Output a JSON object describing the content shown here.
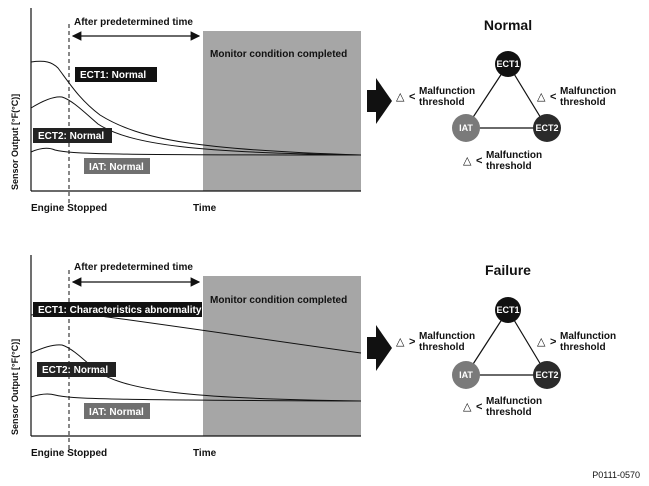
{
  "panels": [
    {
      "id": "normal",
      "time_label": "After predetermined time",
      "monitor_label": "Monitor condition completed",
      "ylabel": "Sensor Output [°F(°C)]",
      "x_start_label": "Engine Stopped",
      "x_end_label": "Time",
      "tags": {
        "ect1": "ECT1: Normal",
        "ect2": "ECT2: Normal",
        "iat": "IAT: Normal"
      },
      "diagram": {
        "title": "Normal",
        "nodes": {
          "ect1": "ECT1",
          "ect2": "ECT2",
          "iat": "IAT"
        },
        "thresholds": {
          "left": {
            "line1": "Malfunction",
            "line2": "threshold"
          },
          "right": {
            "line1": "Malfunction",
            "line2": "threshold"
          },
          "bottom": {
            "line1": "Malfunction",
            "line2": "threshold"
          }
        }
      }
    },
    {
      "id": "failure",
      "time_label": "After predetermined time",
      "monitor_label": "Monitor condition completed",
      "ylabel": "Sensor Output [°F(°C)]",
      "x_start_label": "Engine Stopped",
      "x_end_label": "Time",
      "tags": {
        "ect1": "ECT1: Characteristics abnormality",
        "ect2": "ECT2: Normal",
        "iat": "IAT: Normal"
      },
      "diagram": {
        "title": "Failure",
        "nodes": {
          "ect1": "ECT1",
          "ect2": "ECT2",
          "iat": "IAT"
        },
        "thresholds": {
          "left": {
            "line1": "Malfunction",
            "line2": "threshold"
          },
          "right": {
            "line1": "Malfunction",
            "line2": "threshold"
          },
          "bottom": {
            "line1": "Malfunction",
            "line2": "threshold"
          }
        }
      }
    }
  ],
  "figure_id": "P0111-0570"
}
